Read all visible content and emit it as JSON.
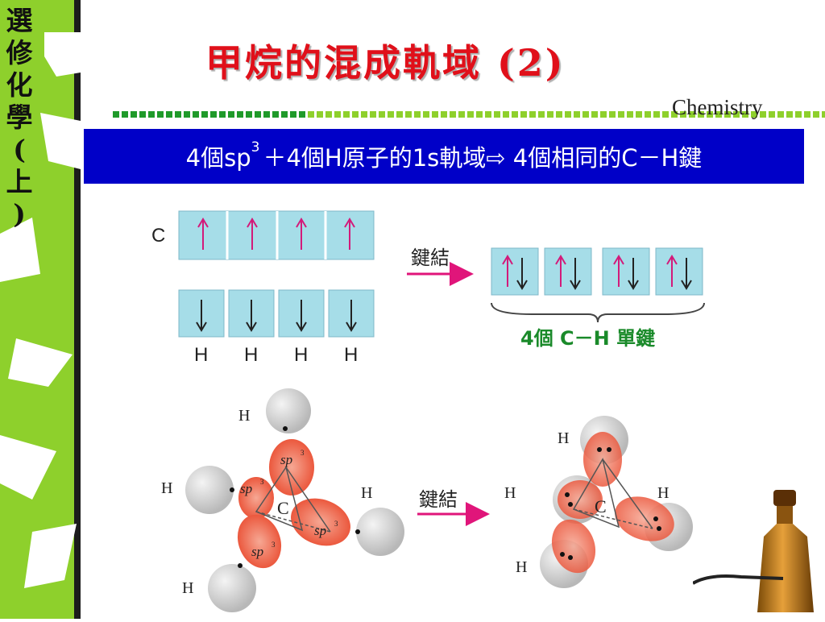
{
  "sidebar": {
    "title_chars": [
      "選",
      "修",
      "化",
      "學",
      "(",
      "上",
      ")"
    ]
  },
  "title": "甲烷的混成軌域 (2)",
  "subject_label": "Chemistry",
  "banner": {
    "part1": "4個sp",
    "superscript": "3",
    "part2": "＋4個H原子的1s軌域⇨ 4個相同的C－H鍵"
  },
  "orbital_diagram": {
    "c_label": "C",
    "h_labels": [
      "H",
      "H",
      "H",
      "H"
    ],
    "arrow_label": "鍵結",
    "result_label": "4個 C－H 單鍵"
  },
  "molecule_diagram": {
    "h_labels_left": [
      "H",
      "H",
      "H",
      "H"
    ],
    "c_label_left": "C",
    "sp3_labels": [
      "sp",
      "sp",
      "sp",
      "sp"
    ],
    "sp3_superscript": "3",
    "arrow_label": "鍵結",
    "h_labels_right": [
      "H",
      "H",
      "H",
      "H"
    ],
    "c_label_right": "C"
  },
  "colors": {
    "title_red": "#e0101a",
    "banner_blue": "#0000c8",
    "box_cyan": "#a6dde8",
    "arrow_magenta": "#e0157a",
    "label_green": "#1a8a2a",
    "lobe_red": "#ec5a3d",
    "sphere_gray": "#cfcfcf"
  }
}
